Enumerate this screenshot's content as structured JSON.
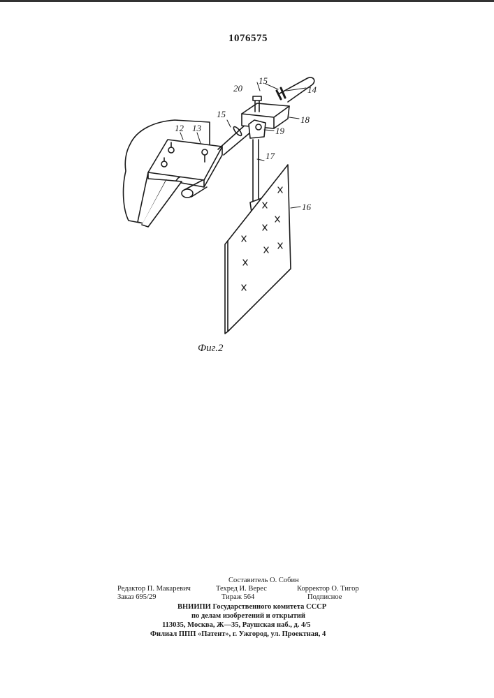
{
  "patent_number": "1076575",
  "figure_caption": "Фиг.2",
  "figure_labels": {
    "l12": "12",
    "l13": "13",
    "l14": "14",
    "l15a": "15",
    "l15b": "15",
    "l16": "16",
    "l17": "17",
    "l18": "18",
    "l19": "19",
    "l20": "20"
  },
  "imprint": {
    "compiler": "Составитель О. Собин",
    "editor": "Редактор П. Макаревич",
    "techred": "Техред И. Верес",
    "corrector": "Корректор О. Тигор",
    "order": "Заказ 695/29",
    "circulation": "Тираж 564",
    "subscription": "Подписное",
    "org1": "ВНИИПИ  Государственного  комитета  СССР",
    "org2": "по  делам  изобретений  и  открытий",
    "address": "113035,  Москва,  Ж—35,  Раушская  наб.,  д.  4/5",
    "branch": "Филиал  ППП  «Патент»,  г.  Ужгород,  ул.  Проектная,  4"
  }
}
